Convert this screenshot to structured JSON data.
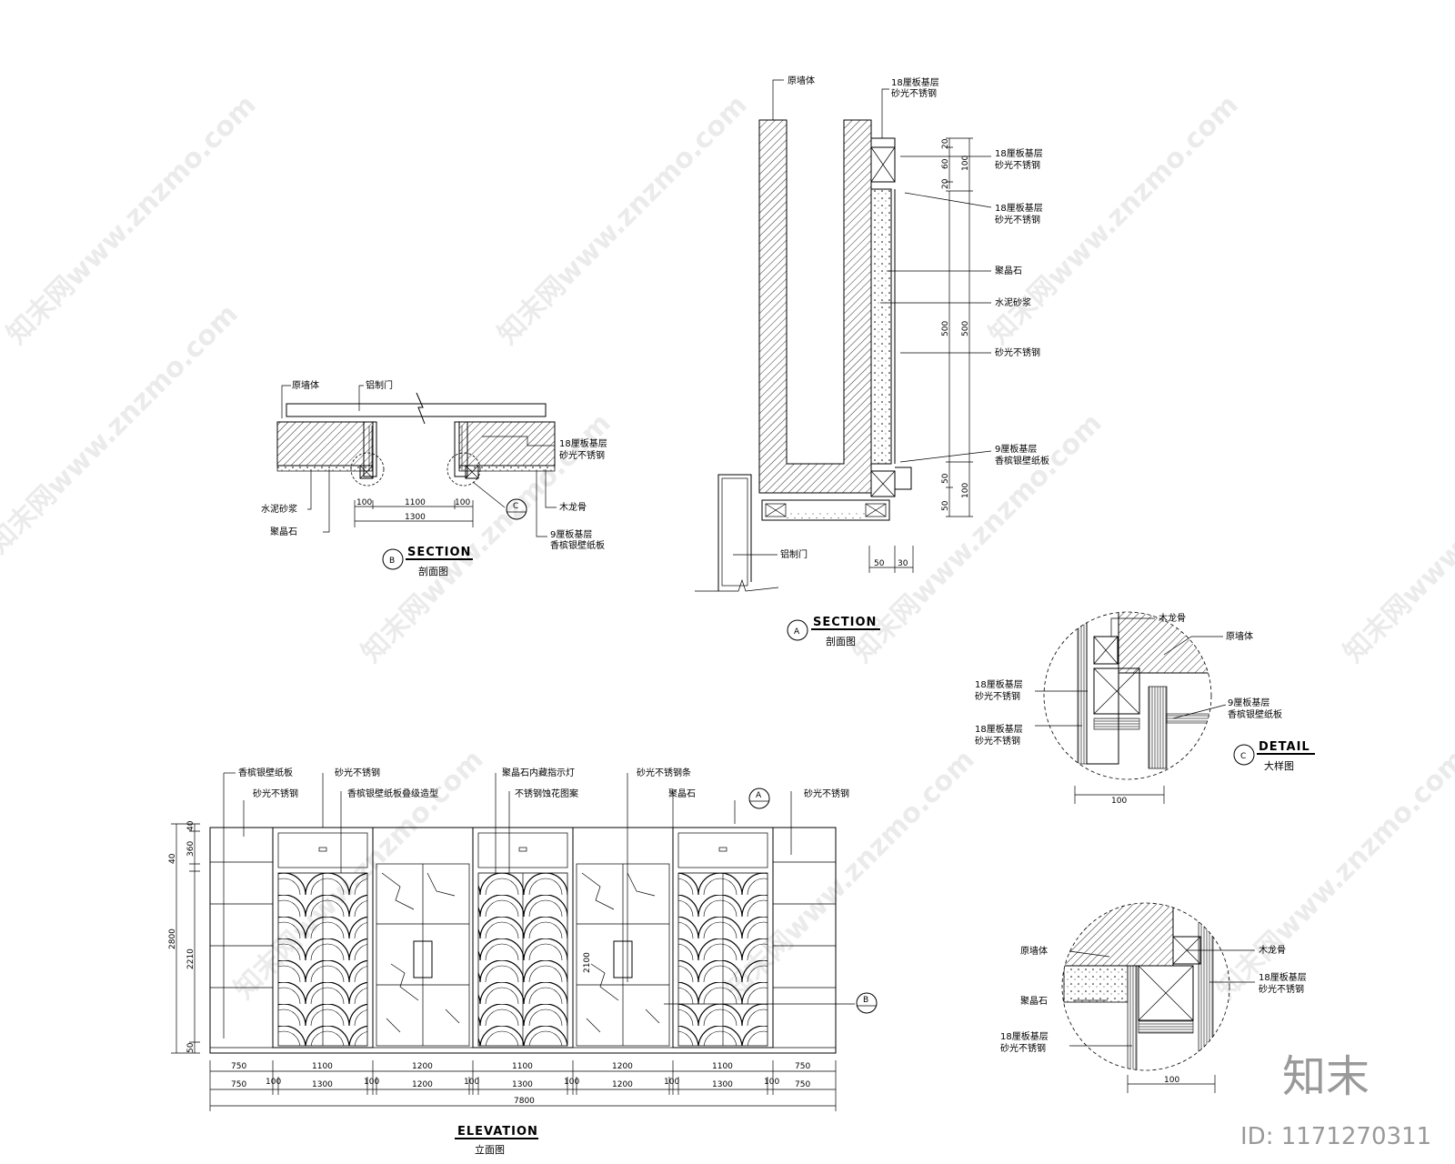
{
  "section_b": {
    "labels": {
      "wall": "原墙体",
      "door": "铝制门",
      "board18": "18厘板基层",
      "steel": "砂光不锈钢",
      "cement": "水泥砂浆",
      "crystal": "聚晶石",
      "keel": "木龙骨",
      "board9": "9厘板基层",
      "silver": "香槟银壁纸板"
    },
    "dims": [
      "100",
      "1100",
      "100",
      "1300"
    ],
    "callout": "C",
    "tag": "B",
    "title": "SECTION",
    "subtitle": "剖面图"
  },
  "section_a": {
    "labels": {
      "wall": "原墙体",
      "a1": "18厘板基层",
      "a2": "砂光不锈钢",
      "b1": "18厘板基层",
      "b2": "砂光不锈钢",
      "c1": "18厘板基层",
      "c2": "砂光不锈钢",
      "crystal": "聚晶石",
      "cement": "水泥砂浆",
      "steel": "砂光不锈钢",
      "d1": "9厘板基层",
      "d2": "香槟银壁纸板",
      "door": "铝制门"
    },
    "dims": [
      "20",
      "60",
      "20",
      "100",
      "500",
      "500",
      "50",
      "50",
      "100",
      "50",
      "30"
    ],
    "tag": "A",
    "title": "SECTION",
    "subtitle": "剖面图"
  },
  "detail_c": {
    "labels": {
      "keel": "木龙骨",
      "wall": "原墙体",
      "b1": "18厘板基层",
      "b2": "砂光不锈钢",
      "d1": "9厘板基层",
      "d2": "香槟银壁纸板",
      "e1": "18厘板基层",
      "e2": "砂光不锈钢"
    },
    "dim": "100",
    "tag": "C",
    "title": "DETAIL",
    "subtitle": "大样图"
  },
  "detail_2": {
    "labels": {
      "wall": "原墙体",
      "keel": "木龙骨",
      "b1": "18厘板基层",
      "b2": "砂光不锈钢",
      "crystal": "聚晶石",
      "e1": "18厘板基层",
      "e2": "砂光不锈钢"
    },
    "dim": "100"
  },
  "elevation": {
    "labels": {
      "l1": "香槟银壁纸板",
      "l2": "砂光不锈钢",
      "l3": "砂光不锈钢",
      "l4": "香槟银壁纸板叠级造型",
      "l5": "聚晶石内藏指示灯",
      "l6": "不锈钢蚀花图案",
      "l7": "砂光不锈钢条",
      "l8": "聚晶石",
      "l9": "砂光不锈钢"
    },
    "vdims": [
      "40",
      "360",
      "40",
      "2210",
      "50",
      "2800"
    ],
    "inner_dim": "2100",
    "row1": [
      "750",
      "1100",
      "1200",
      "1100",
      "1200",
      "1100",
      "750"
    ],
    "row2": [
      "750",
      "100",
      "1300",
      "100",
      "1200",
      "100",
      "1300",
      "100",
      "1200",
      "100",
      "1300",
      "100",
      "750"
    ],
    "total": "7800",
    "tag_a": "A",
    "tag_b": "B",
    "title": "ELEVATION",
    "subtitle": "立面图"
  },
  "branding": {
    "watermark": "知末网www.znzmo.com",
    "logo": "知末",
    "id": "ID: 1171270311"
  }
}
